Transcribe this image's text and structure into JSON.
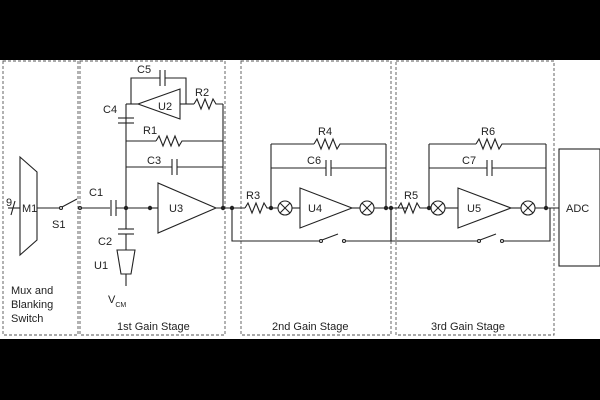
{
  "stages": {
    "mux": {
      "line1": "Mux and",
      "line2": "Blanking",
      "line3": "Switch"
    },
    "gain1": "1st Gain Stage",
    "gain2": "2nd Gain Stage",
    "gain3": "3rd Gain Stage"
  },
  "components": {
    "m1": "M1",
    "input_count": "9",
    "s1": "S1",
    "c1": "C1",
    "c2": "C2",
    "c3": "C3",
    "c4": "C4",
    "c5": "C5",
    "c6": "C6",
    "c7": "C7",
    "r1": "R1",
    "r2": "R2",
    "r3": "R3",
    "r4": "R4",
    "r5": "R5",
    "r6": "R6",
    "u1": "U1",
    "u2": "U2",
    "u3": "U3",
    "u4": "U4",
    "u5": "U5",
    "vcm_main": "V",
    "vcm_sub": "CM",
    "adc": "ADC"
  }
}
